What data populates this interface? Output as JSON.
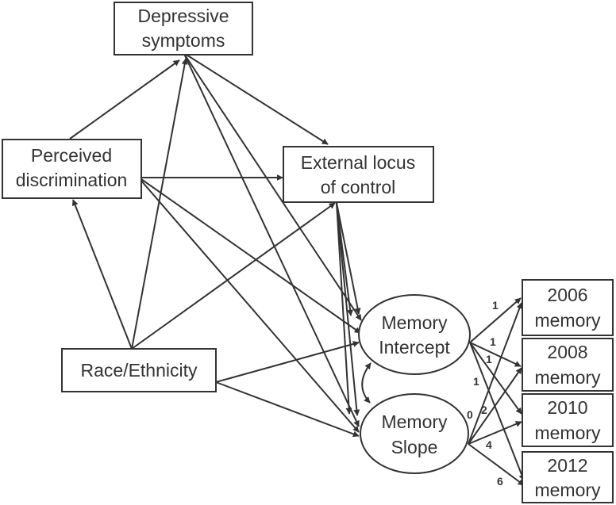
{
  "nodes": {
    "depressive": {
      "lines": [
        "Depressive",
        "symptoms"
      ]
    },
    "discrimination": {
      "lines": [
        "Perceived",
        "discrimination"
      ]
    },
    "locus": {
      "lines": [
        "External locus",
        "of control"
      ]
    },
    "race": {
      "lines": [
        "Race/Ethnicity"
      ]
    },
    "intercept": {
      "lines": [
        "Memory",
        "Intercept"
      ]
    },
    "slope": {
      "lines": [
        "Memory",
        "Slope"
      ]
    },
    "m2006": {
      "lines": [
        "2006",
        "memory"
      ]
    },
    "m2008": {
      "lines": [
        "2008",
        "memory"
      ]
    },
    "m2010": {
      "lines": [
        "2010",
        "memory"
      ]
    },
    "m2012": {
      "lines": [
        "2012",
        "memory"
      ]
    }
  },
  "loadings": {
    "intercept_2006": "1",
    "intercept_2008": "1",
    "intercept_2010": "1",
    "intercept_2012": "1",
    "slope_2006": "0",
    "slope_2008": "2",
    "slope_2010": "4",
    "slope_2012": "6"
  },
  "colors": {
    "line": "#333333",
    "background": "#ffffff"
  }
}
